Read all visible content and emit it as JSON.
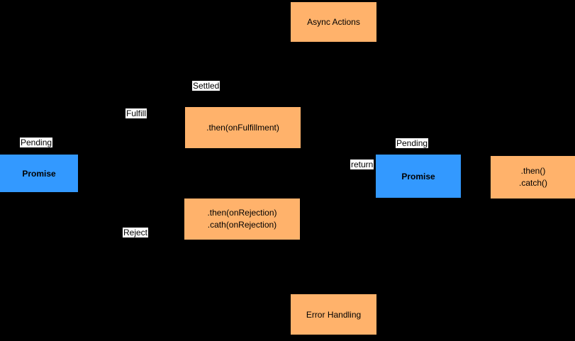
{
  "colors": {
    "background": "#000000",
    "node_orange": "#FFB26B",
    "node_blue": "#3399FF",
    "label_background": "#FFFFFF",
    "text": "#000000"
  },
  "nodes": {
    "async_actions": {
      "label": "Async Actions"
    },
    "promise_left": {
      "label": "Promise"
    },
    "then_fulfillment": {
      "label": ".then(onFulfillment)"
    },
    "then_rejection": {
      "line1": ".then(onRejection)",
      "line2": ".cath(onRejection)"
    },
    "error_handling": {
      "label": "Error Handling"
    },
    "promise_right": {
      "label": "Promise"
    },
    "then_catch": {
      "line1": ".then()",
      "line2": ".catch()"
    }
  },
  "labels": {
    "pending_left": "Pending",
    "fulfill": "Fulfill",
    "settled": "Settled",
    "reject": "Reject",
    "return": "return",
    "pending_right": "Pending"
  }
}
